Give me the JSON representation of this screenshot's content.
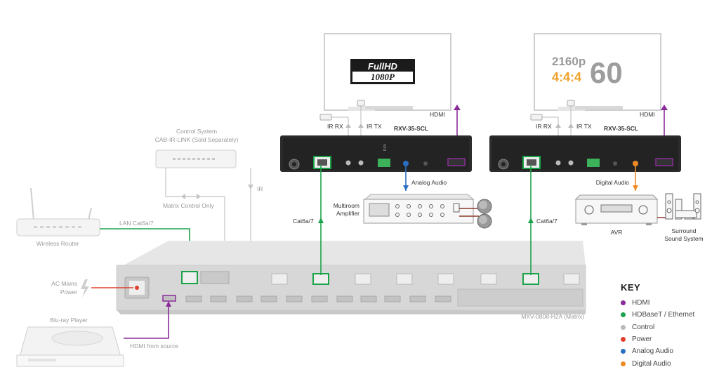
{
  "colors": {
    "hdmi": "#8a2c9a",
    "hdbaset": "#1ba34a",
    "control": "#b9b9b9",
    "power": "#e0412e",
    "analog_audio": "#2a6fc2",
    "digital_audio": "#f08a25",
    "device_dark": "#2b2b2b",
    "device_faded": "#d7d7d7"
  },
  "tv1": {
    "line1": "FullHD",
    "line2": "1080P"
  },
  "tv2": {
    "res": "2160p",
    "chroma": "4:4:4",
    "rate": "60"
  },
  "receiver1": {
    "model": "RXV-35-SCL",
    "ir_rx": "IR RX",
    "ir_tx": "IR TX",
    "hdmi": "HDMI"
  },
  "receiver2": {
    "model": "RXV-35-SCL",
    "ir_rx": "IR RX",
    "ir_tx": "IR TX",
    "hdmi": "HDMI"
  },
  "labels": {
    "control_system": "Control System",
    "cab_ir_link": "CAB-IR-LINK (Sold Separately)",
    "ir": "IR",
    "matrix_control_only": "Matrix Control Only",
    "lan": "LAN Cat6a/7",
    "wireless_router": "Wireless Router",
    "ac_mains": "AC Mains",
    "power": "Power",
    "bluray_player": "Blu-ray Player",
    "hdmi_from_source": "HDMI from source",
    "cat6a_1": "Cat6a/7",
    "cat6a_2": "Cat6a/7",
    "analog_audio": "Analog Audio",
    "multiroom_amp_1": "Multiroom",
    "multiroom_amp_2": "Amplifier",
    "digital_audio": "Digital Audio",
    "avr": "AVR",
    "surround_1": "Surround",
    "surround_2": "Sound System",
    "matrix_model": "MXV-0808-H2A (Matrix)"
  },
  "key": {
    "title": "KEY",
    "items": [
      {
        "label": "HDMI",
        "color": "#8a2c9a"
      },
      {
        "label": "HDBaseT / Ethernet",
        "color": "#1ba34a"
      },
      {
        "label": "Control",
        "color": "#b9b9b9"
      },
      {
        "label": "Power",
        "color": "#e0412e"
      },
      {
        "label": "Analog Audio",
        "color": "#2a6fc2"
      },
      {
        "label": "Digital Audio",
        "color": "#f08a25"
      }
    ]
  }
}
